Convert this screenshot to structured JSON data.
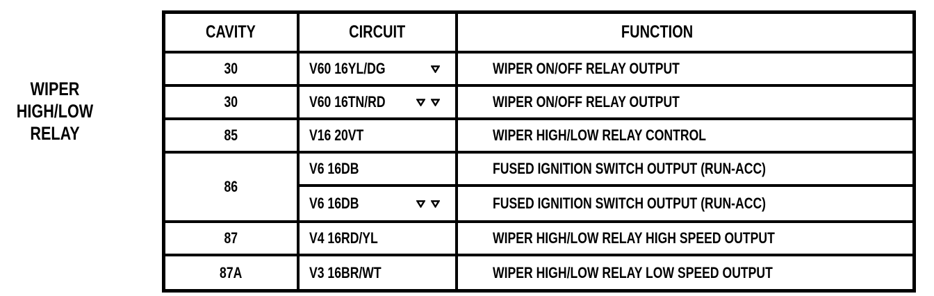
{
  "relay_label": {
    "lines": [
      "WIPER",
      "HIGH/LOW",
      "RELAY"
    ]
  },
  "table": {
    "headers": {
      "cavity": "CAVITY",
      "circuit": "CIRCUIT",
      "function": "FUNCTION"
    },
    "rows": [
      {
        "cavity": "30",
        "circuit": "V60 16YL/DG",
        "circuit_markers": 1,
        "function": "WIPER ON/OFF RELAY OUTPUT"
      },
      {
        "cavity": "30",
        "circuit": "V60 16TN/RD",
        "circuit_markers": 2,
        "function": "WIPER ON/OFF RELAY OUTPUT"
      },
      {
        "cavity": "85",
        "circuit": "V16 20VT",
        "circuit_markers": 0,
        "function": "WIPER HIGH/LOW RELAY CONTROL"
      },
      {
        "cavity": "86",
        "circuit": "V6 16DB",
        "circuit_markers": 0,
        "function": "FUSED IGNITION SWITCH OUTPUT (RUN-ACC)"
      },
      {
        "circuit": "V6 16DB",
        "circuit_markers": 2,
        "function": "FUSED IGNITION SWITCH OUTPUT (RUN-ACC)"
      },
      {
        "cavity": "87",
        "circuit": "V4 16RD/YL",
        "circuit_markers": 0,
        "function": "WIPER HIGH/LOW RELAY HIGH SPEED OUTPUT"
      },
      {
        "cavity": "87A",
        "circuit": "V3 16BR/WT",
        "circuit_markers": 0,
        "function": "WIPER HIGH/LOW RELAY LOW SPEED OUTPUT"
      }
    ]
  },
  "icons": {
    "circuit_marker": "down-triangle-icon"
  },
  "colors": {
    "ink": "#000000",
    "paper": "#ffffff"
  }
}
